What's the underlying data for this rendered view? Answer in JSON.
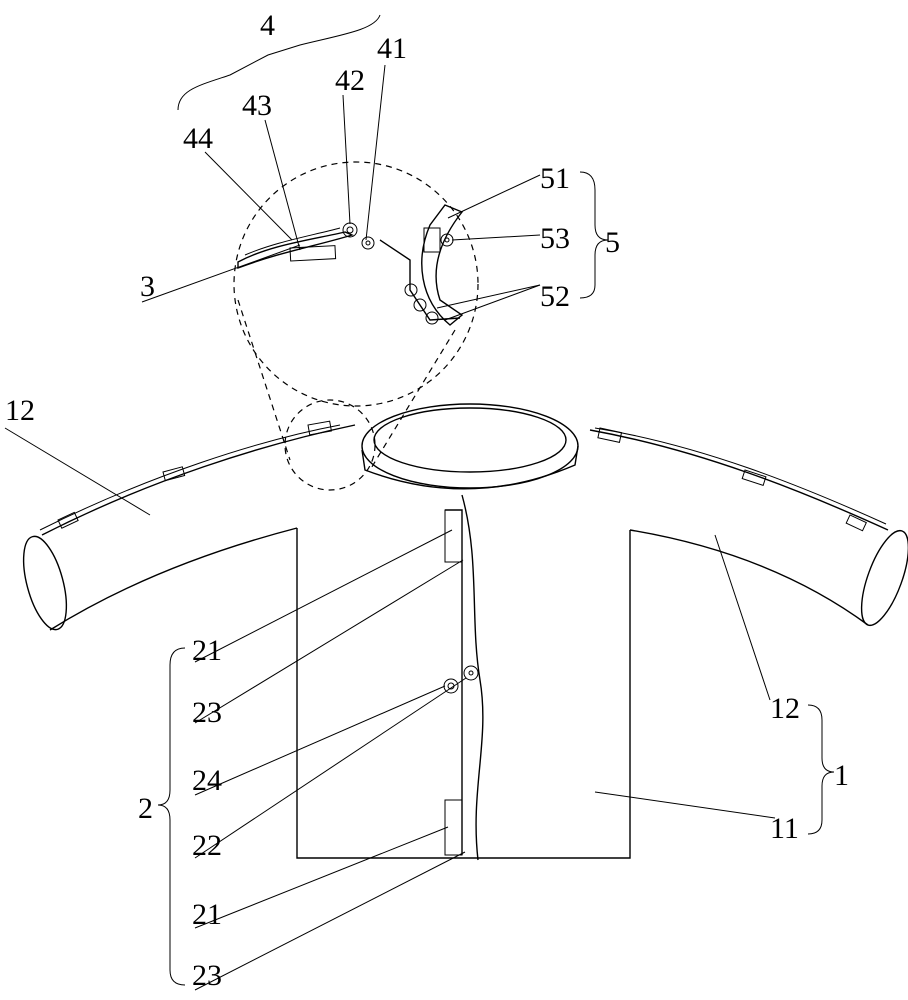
{
  "figure": {
    "group_labels": {
      "g4": "4",
      "g5": "5",
      "g1": "1",
      "g2": "2"
    },
    "labels": {
      "l41": "41",
      "l42": "42",
      "l43": "43",
      "l44": "44",
      "l3": "3",
      "l51": "51",
      "l53": "53",
      "l52": "52",
      "l12a": "12",
      "l12b": "12",
      "l11": "11",
      "l21a": "21",
      "l23a": "23",
      "l24": "24",
      "l22": "22",
      "l21b": "21",
      "l23b": "23"
    }
  }
}
